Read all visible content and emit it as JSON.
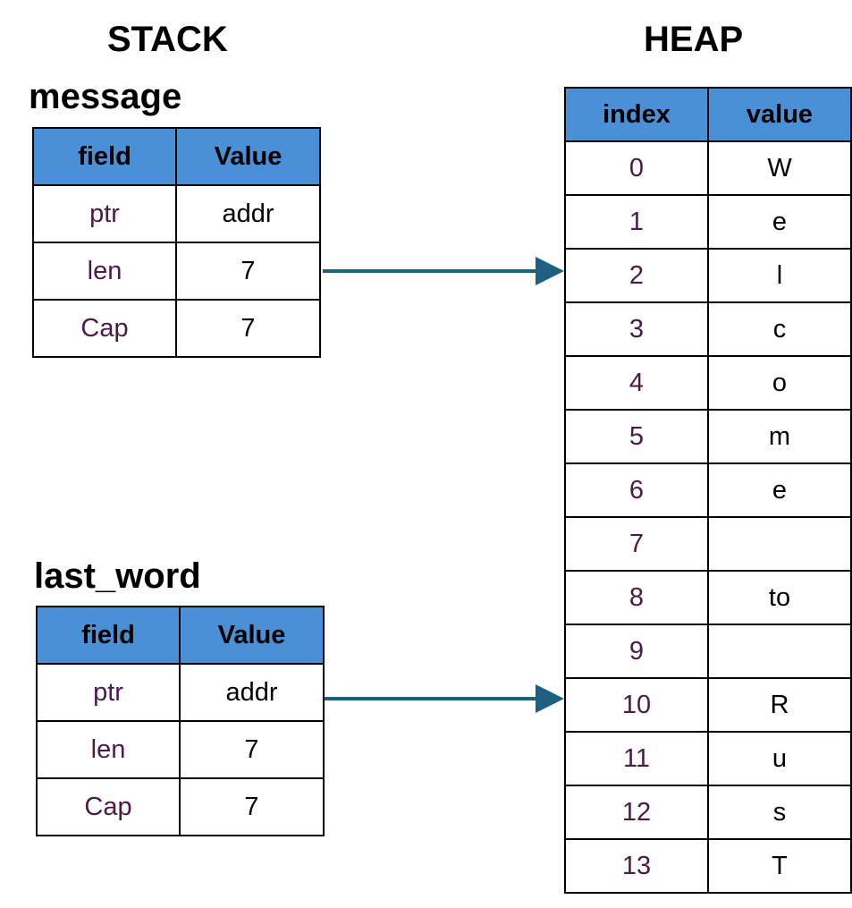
{
  "stack": {
    "title": "STACK",
    "variables": [
      {
        "name": "message",
        "headers": [
          "field",
          "Value"
        ],
        "rows": [
          [
            "ptr",
            "addr"
          ],
          [
            "len",
            "7"
          ],
          [
            "Cap",
            "7"
          ]
        ]
      },
      {
        "name": "last_word",
        "headers": [
          "field",
          "Value"
        ],
        "rows": [
          [
            "ptr",
            "addr"
          ],
          [
            "len",
            "7"
          ],
          [
            "Cap",
            "7"
          ]
        ]
      }
    ]
  },
  "heap": {
    "title": "HEAP",
    "headers": [
      "index",
      "value"
    ],
    "rows": [
      [
        "0",
        "W"
      ],
      [
        "1",
        "e"
      ],
      [
        "2",
        "l"
      ],
      [
        "3",
        "c"
      ],
      [
        "4",
        "o"
      ],
      [
        "5",
        "m"
      ],
      [
        "6",
        "e"
      ],
      [
        "7",
        ""
      ],
      [
        "8",
        "to"
      ],
      [
        "9",
        ""
      ],
      [
        "10",
        "R"
      ],
      [
        "11",
        "u"
      ],
      [
        "12",
        "s"
      ],
      [
        "13",
        "T"
      ]
    ]
  },
  "colors": {
    "header_fill": "#4a90d6",
    "key_text": "#4a1a4a",
    "arrow": "#1e6080"
  },
  "arrows": [
    {
      "from": "message.len",
      "to": "heap.2"
    },
    {
      "from": "last_word.ptr",
      "to": "heap.10"
    }
  ]
}
